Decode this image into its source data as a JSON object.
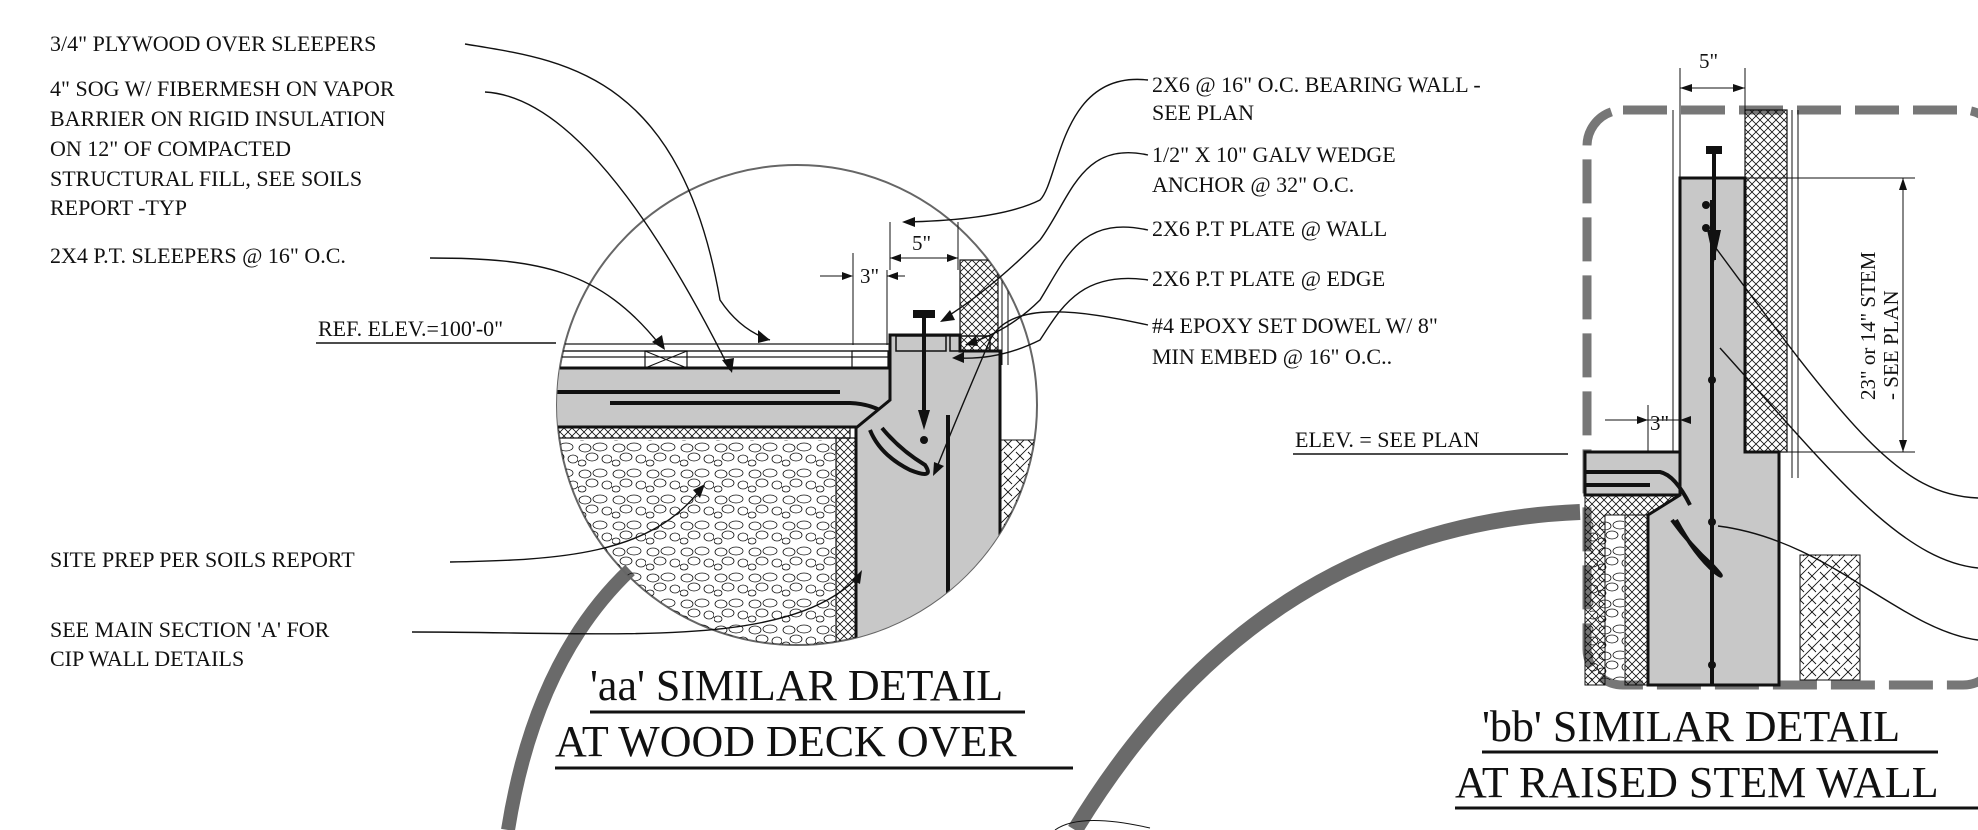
{
  "detail_aa": {
    "notes": {
      "plywood": "3/4\" PLYWOOD OVER SLEEPERS",
      "sog_lines": [
        "4\" SOG W/ FIBERMESH ON VAPOR",
        "BARRIER ON RIGID INSULATION",
        "ON 12\" OF COMPACTED",
        "STRUCTURAL FILL, SEE SOILS",
        "REPORT -TYP"
      ],
      "sleepers": "2X4 P.T. SLEEPERS @ 16\" O.C.",
      "ref_elev": "REF. ELEV.=100'-0\"",
      "site_prep": "SITE PREP PER SOILS REPORT",
      "main_section_lines": [
        "SEE MAIN SECTION 'A' FOR",
        "CIP WALL DETAILS"
      ]
    },
    "dimensions": {
      "d3": "3\"",
      "d5": "5\""
    },
    "title": [
      "'aa' SIMILAR DETAIL",
      "AT WOOD DECK OVER"
    ]
  },
  "middle_notes": {
    "bearing_wall": [
      "2X6 @ 16\" O.C. BEARING WALL -",
      "SEE PLAN"
    ],
    "anchor": [
      "1/2\" X 10\" GALV WEDGE",
      "ANCHOR @ 32\" O.C."
    ],
    "plate_wall": "2X6 P.T PLATE @ WALL",
    "plate_edge": "2X6 P.T PLATE @ EDGE",
    "dowel": [
      "#4 EPOXY SET DOWEL W/ 8\"",
      "MIN EMBED @ 16\" O.C.."
    ]
  },
  "detail_bb": {
    "elev": "ELEV. = SEE PLAN",
    "dimensions": {
      "d5": "5\"",
      "d3": "3\""
    },
    "stem_label": [
      "23\" or 14\" STEM",
      "- SEE PLAN"
    ],
    "title": [
      "'bb' SIMILAR DETAIL",
      "AT RAISED STEM WALL"
    ]
  },
  "colors": {
    "ink": "#111111",
    "concrete": "#c8c8c8",
    "paper": "#ffffff"
  }
}
